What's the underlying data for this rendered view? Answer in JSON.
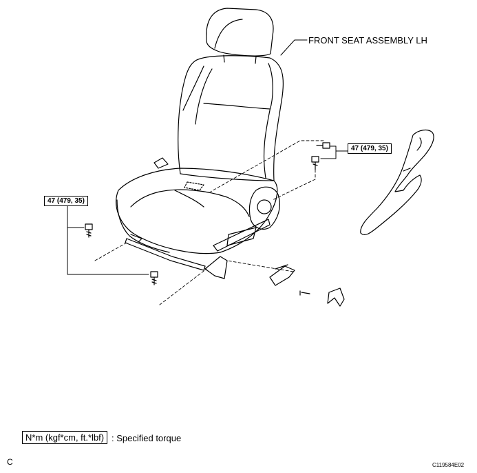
{
  "diagram": {
    "assembly_label": "FRONT SEAT ASSEMBLY LH",
    "torque_left": "47 (479, 35)",
    "torque_right": "47 (479, 35)",
    "legend_unit": "N*m (kgf*cm, ft.*lbf)",
    "legend_desc": ": Specified torque",
    "corner_letter": "C",
    "illustration_code": "C119584E02"
  }
}
